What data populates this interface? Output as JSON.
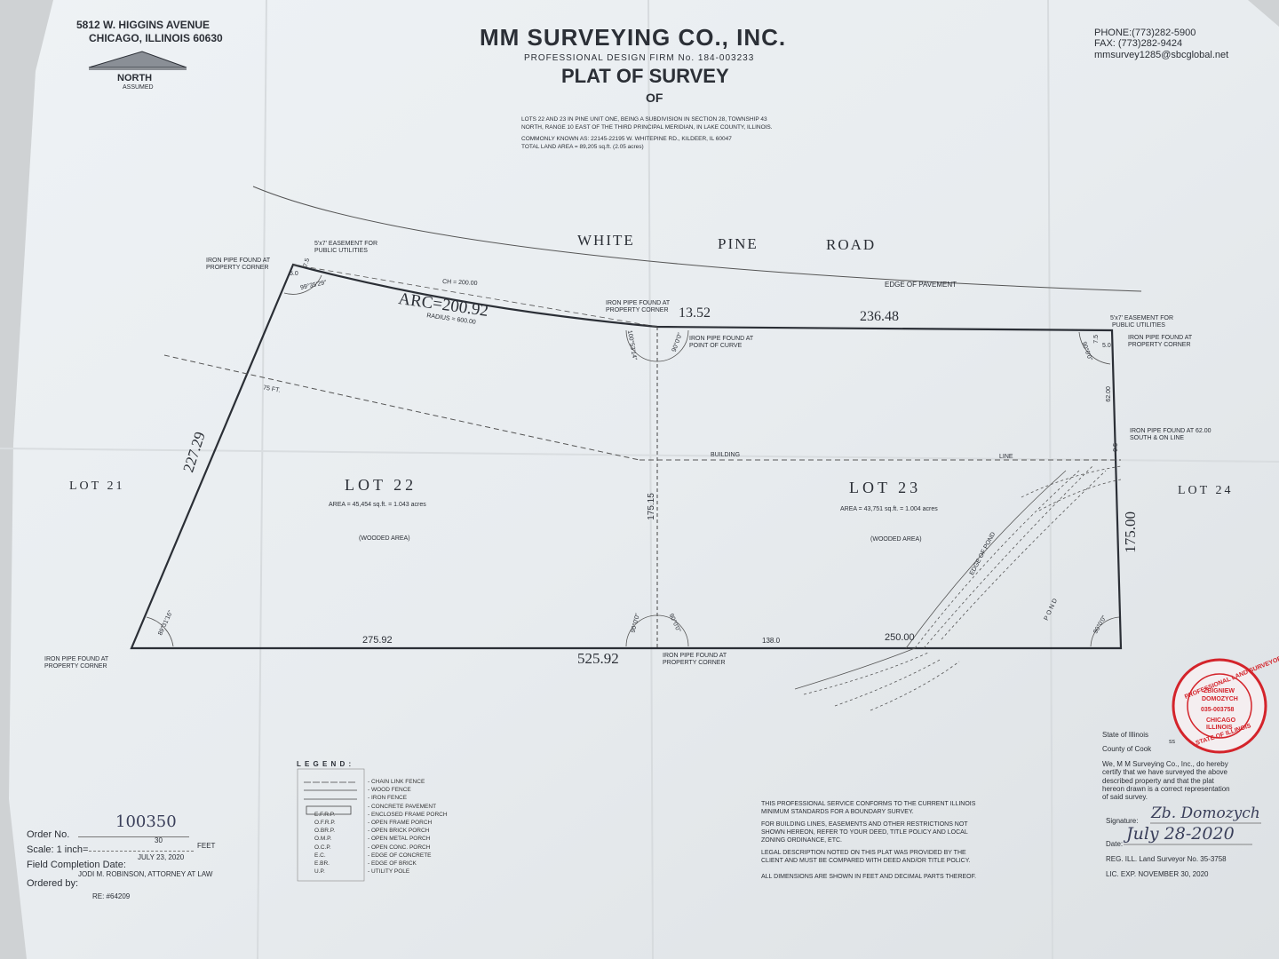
{
  "company": {
    "address_line1": "5812 W. HIGGINS AVENUE",
    "address_line2": "CHICAGO, ILLINOIS 60630",
    "name": "MM SURVEYING CO., INC.",
    "firm_no": "PROFESSIONAL DESIGN FIRM No. 184-003233",
    "phone": "PHONE:(773)282-5900",
    "fax": "FAX:   (773)282-9424",
    "email": "mmsurvey1285@sbcglobal.net"
  },
  "north": {
    "label": "NORTH",
    "sub": "ASSUMED"
  },
  "title": {
    "main": "PLAT OF SURVEY",
    "of": "OF"
  },
  "description": {
    "line1": "LOTS 22 AND 23 IN PINE UNIT ONE, BEING A SUBDIVISION IN SECTION 28, TOWNSHIP 43",
    "line2": "NORTH, RANGE 10 EAST OF THE THIRD PRINCIPAL MERIDIAN, IN LAKE COUNTY, ILLINOIS.",
    "line3": "COMMONLY KNOWN AS: 22145-22195 W. WHITEPINE RD., KILDEER, IL 60047",
    "line4": "TOTAL LAND AREA = 89,205 sq.ft. (2.05 acres)"
  },
  "road": {
    "w1": "WHITE",
    "w2": "PINE",
    "w3": "ROAD",
    "edge": "EDGE OF PAVEMENT"
  },
  "annotations": {
    "easement_left_1": "5'x7' EASEMENT FOR",
    "easement_left_2": "PUBLIC UTILITIES",
    "pipe_nw_1": "IRON PIPE FOUND AT",
    "pipe_nw_2": "PROPERTY CORNER",
    "dim_75": "7.5",
    "dim_50": "5.0",
    "angle_nw": "99°35'29\"",
    "chord": "CH = 200.00",
    "arc": "ARC=200.92",
    "radius": "RADIUS = 600.00",
    "pipe_mid_1": "IRON PIPE FOUND AT",
    "pipe_mid_2": "PROPERTY CORNER",
    "dim_1352": "13.52",
    "dim_23648": "236.48",
    "pipe_curve_1": "IRON PIPE FOUND AT",
    "pipe_curve_2": "POINT OF CURVE",
    "angle_mid_1": "100°53'14\"",
    "angle_mid_2": "90°0'0\"",
    "easement_right_1": "5'x7' EASEMENT FOR",
    "easement_right_2": "PUBLIC UTILITIES",
    "pipe_ne_1": "IRON PIPE FOUND AT",
    "pipe_ne_2": "PROPERTY CORNER",
    "dim_75r": "7.5",
    "dim_50r": "5.0",
    "angle_ne": "90°0'0\"",
    "ft75": "75 FT.",
    "dim_6200": "62.00",
    "pipe_62_1": "IRON PIPE FOUND AT 62.00",
    "pipe_62_2": "SOUTH & ON LINE",
    "building": "BUILDING",
    "line": "LINE",
    "dim_22729": "227.29",
    "dim_17515": "175.15",
    "dim_17500": "175.00",
    "dim_05": "0.5",
    "angle_sw": "89°31'16\"",
    "angle_smid_1": "90°0'0\"",
    "angle_smid_2": "90°0'0\"",
    "angle_se": "90°0'0\"",
    "dim_27592": "275.92",
    "dim_1380": "138.0",
    "dim_25000": "250.00",
    "dim_52592": "525.92",
    "pipe_sw_1": "IRON PIPE FOUND AT",
    "pipe_sw_2": "PROPERTY CORNER",
    "pipe_smid_1": "IRON PIPE FOUND AT",
    "pipe_smid_2": "PROPERTY CORNER",
    "edge_pond": "EDGE OF POND",
    "pond": "POND"
  },
  "lots": {
    "lot21": "LOT 21",
    "lot22": "LOT 22",
    "lot22_area": "AREA = 45,454 sq.ft. = 1.043 acres",
    "lot22_wooded": "(WOODED AREA)",
    "lot23": "LOT 23",
    "lot23_area": "AREA = 43,751 sq.ft. = 1.004 acres",
    "lot23_wooded": "(WOODED AREA)",
    "lot24": "LOT 24"
  },
  "legend": {
    "title": "L E G E N D :",
    "items": [
      {
        "abbr": "",
        "text": "- CHAIN LINK FENCE"
      },
      {
        "abbr": "",
        "text": "- WOOD FENCE"
      },
      {
        "abbr": "",
        "text": "- IRON FENCE"
      },
      {
        "abbr": "",
        "text": "- CONCRETE PAVEMENT"
      },
      {
        "abbr": "E.F.R.P.",
        "text": "- ENCLOSED FRAME PORCH"
      },
      {
        "abbr": "O.F.R.P.",
        "text": "- OPEN FRAME PORCH"
      },
      {
        "abbr": "O.BR.P.",
        "text": "- OPEN BRICK PORCH"
      },
      {
        "abbr": "O.M.P.",
        "text": "- OPEN METAL PORCH"
      },
      {
        "abbr": "O.C.P.",
        "text": "- OPEN CONC. PORCH"
      },
      {
        "abbr": "E.C.",
        "text": "- EDGE OF CONCRETE"
      },
      {
        "abbr": "E.BR.",
        "text": "- EDGE OF BRICK"
      },
      {
        "abbr": "U.P.",
        "text": "- UTILITY POLE"
      }
    ]
  },
  "order": {
    "order_label": "Order No.",
    "order_value": "100350",
    "scale_label": "Scale: 1 inch=",
    "scale_value": "30",
    "scale_unit": "FEET",
    "completion_label": "Field Completion Date:",
    "completion_value": "JULY 23, 2020",
    "ordered_label": "Ordered by:",
    "ordered_value": "JODI M. ROBINSON, ATTORNEY AT LAW",
    "re": "RE: #64209"
  },
  "notes": {
    "n1": "THIS PROFESSIONAL SERVICE CONFORMS TO THE CURRENT ILLINOIS",
    "n2": "MINIMUM STANDARDS FOR A BOUNDARY SURVEY.",
    "n3": "FOR BUILDING LINES, EASEMENTS AND OTHER RESTRICTIONS NOT",
    "n4": "SHOWN HEREON, REFER TO YOUR DEED, TITLE POLICY AND LOCAL",
    "n5": "ZONING ORDINANCE, ETC.",
    "n6": "LEGAL DESCRIPTION NOTED ON THIS PLAT WAS PROVIDED BY THE",
    "n7": "CLIENT AND MUST BE COMPARED WITH DEED AND/OR TITLE POLICY.",
    "n8": "ALL DIMENSIONS ARE SHOWN IN FEET AND DECIMAL PARTS THEREOF."
  },
  "certification": {
    "state": "State of Illinois",
    "ss": "ss",
    "county": "County of Cook",
    "c1": "We, M M Surveying Co., Inc., do hereby",
    "c2": "certify that we have surveyed the above",
    "c3": "described property and that the plat",
    "c4": "hereon drawn is a correct representation",
    "c5": "of said survey.",
    "signature_label": "Signature:",
    "signature_value": "Zb. Domozych",
    "date_label": "Date:",
    "date_value": "July 28-2020",
    "reg": "REG. ILL. Land Surveyor No. 35-3758",
    "lic": "LIC. EXP. NOVEMBER 30, 2020"
  },
  "seal": {
    "outer_top": "PROFESSIONAL LAND SURVEYOR",
    "outer_bottom": "STATE OF ILLINOIS",
    "name1": "ZBIGNIEW",
    "name2": "DOMOZYCH",
    "number": "035-003758",
    "city1": "CHICAGO",
    "city2": "ILLINOIS"
  },
  "colors": {
    "paper": "#eef1f3",
    "ink": "#2b2f36",
    "seal": "#d4242b",
    "background": "#cfd2d4"
  }
}
